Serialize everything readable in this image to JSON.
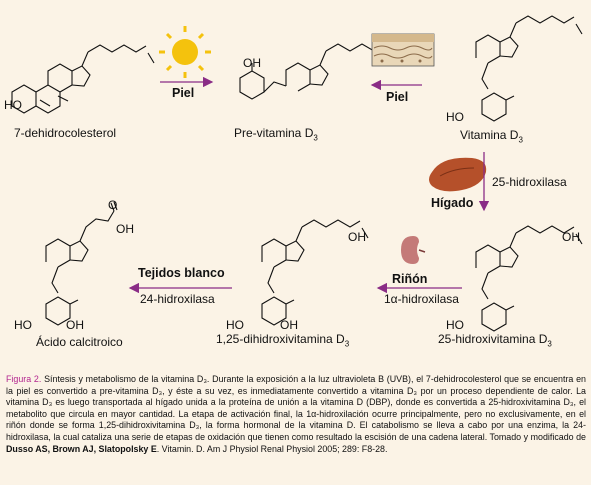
{
  "compounds": {
    "c1": "7-dehidrocolesterol",
    "c2": "Pre-vitamina D",
    "c2_sub": "3",
    "c3": "Vitamina D",
    "c3_sub": "3",
    "c4": "25-hidroxivitamina D",
    "c4_sub": "3",
    "c5": "1,25-dihidroxivitamina D",
    "c5_sub": "3",
    "c6": "Ácido calcitroico"
  },
  "atoms": {
    "ho": "HO",
    "oh": "OH",
    "o": "O"
  },
  "steps": {
    "skin1": "Piel",
    "skin2": "Piel",
    "liver": "Hígado",
    "liver_enzyme": "25-hidroxilasa",
    "kidney": "Riñón",
    "kidney_enzyme": "1α-hidroxilasa",
    "tissue": "Tejidos blanco",
    "tissue_enzyme": "24-hidroxilasa"
  },
  "caption": {
    "figure": "Figura 2.",
    "text": " Síntesis y metabolismo de la vitamina D₃. Durante la exposición a la luz ultravioleta B (UVB), el 7-dehidrocolesterol que se encuentra en la piel es convertido a pre-vitamina D₃, y éste a su vez, es inmediatamente convertido a vitamina D₃ por un proceso dependiente de calor. La vitamina D₃ es luego transportada al hígado unida a la proteína de unión a la vitamina D (DBP), donde es convertida a 25-hidroxivitamina D₃, el metabolito que circula en mayor cantidad. La etapa de activación final, la 1α-hidroxilación ocurre principalmente, pero no exclusivamente, en el riñón donde se forma 1,25-dihidroxivitamina D₃, la forma hormonal de la vitamina D. El catabolismo se lleva a cabo por una enzima, la 24-hidroxilasa, la cual cataliza una serie de etapas de oxidación que tienen como resultado  la escisión de una cadena lateral. Tomado y modificado de ",
    "authors": "Dusso AS, Brown AJ, Slatopolsky E",
    "ref": ". Vitamin. D. Am J Physiol Renal Physiol 2005; 289: F8-28."
  },
  "colors": {
    "arrow": "#8a2c86",
    "sun": "#f4c20d",
    "liver": "#b5502a",
    "kidney": "#c47a78",
    "background": "#fbf3e6",
    "figure_label": "#b3268f"
  },
  "icons": [
    "sun-icon",
    "skin-layer-icon",
    "liver-icon",
    "kidney-icon"
  ]
}
